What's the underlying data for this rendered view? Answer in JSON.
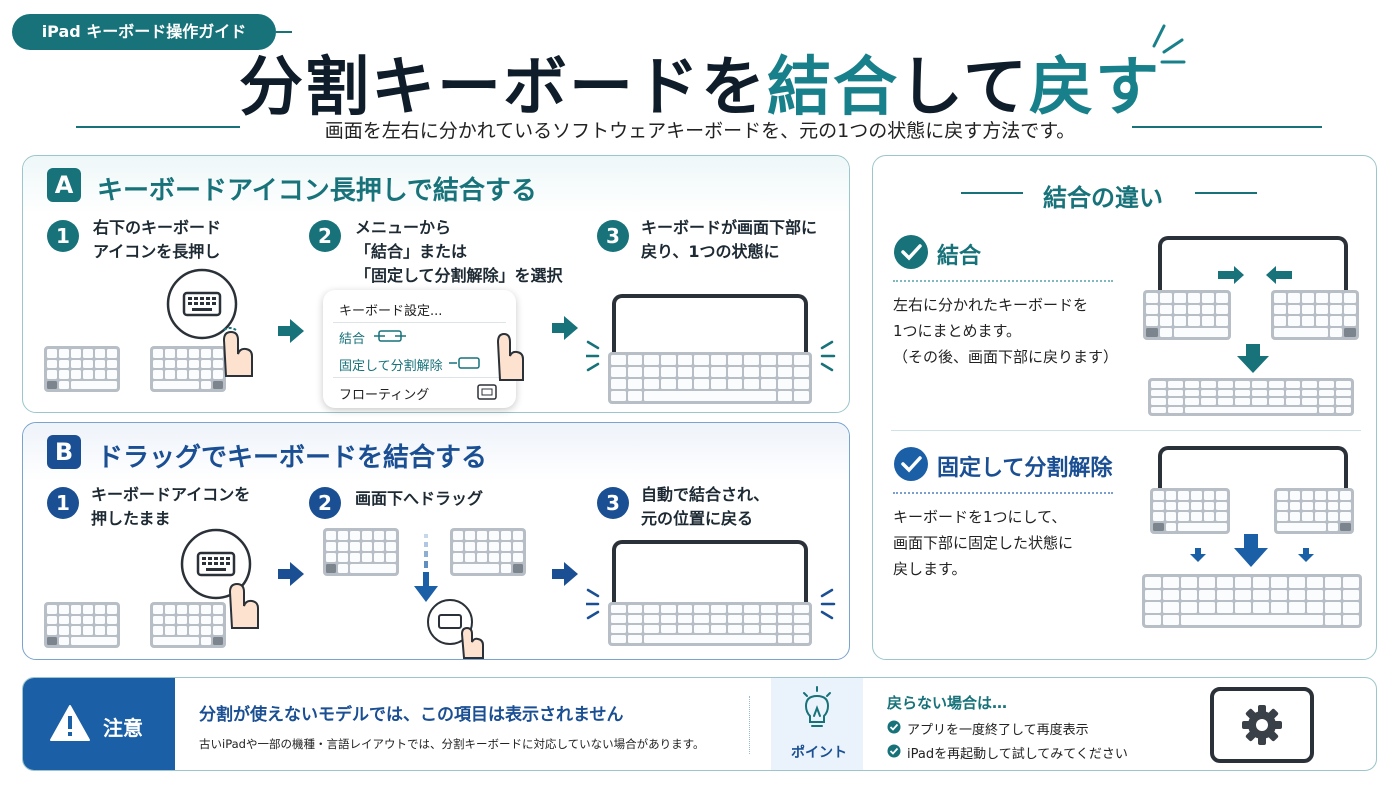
{
  "header": {
    "tag": "iPad キーボード操作ガイド",
    "title_part1": "分割キーボードを",
    "title_part2": "結合",
    "title_part3": "して",
    "title_part4": "戻す",
    "subtitle": "画面を左右に分かれているソフトウェアキーボードを、元の1つの状態に戻す方法です。"
  },
  "section_a": {
    "badge": "A",
    "title": "キーボードアイコン長押しで結合する",
    "steps": [
      {
        "num": "1",
        "text_line1": "右下のキーボード",
        "text_line2": "アイコンを長押し"
      },
      {
        "num": "2",
        "text_line1": "メニューから",
        "text_line2": "「結合」または",
        "text_line3": "「固定して分割解除」を選択"
      },
      {
        "num": "3",
        "text_line1": "キーボードが画面下部に",
        "text_line2": "戻り、1つの状態に"
      }
    ],
    "menu": {
      "items": [
        "キーボード設定...",
        "結合",
        "固定して分割解除",
        "フローティング"
      ]
    }
  },
  "section_b": {
    "badge": "B",
    "title": "ドラッグでキーボードを結合する",
    "steps": [
      {
        "num": "1",
        "text_line1": "キーボードアイコンを",
        "text_line2": "押したまま"
      },
      {
        "num": "2",
        "text_line1": "画面下へドラッグ"
      },
      {
        "num": "3",
        "text_line1": "自動で結合され、",
        "text_line2": "元の位置に戻る"
      }
    ]
  },
  "comparison": {
    "title": "結合の違い",
    "items": [
      {
        "heading": "結合",
        "line1": "左右に分かれたキーボードを",
        "line2": "1つにまとめます。",
        "line3": "（その後、画面下部に戻ります）"
      },
      {
        "heading": "固定して分割解除",
        "line1": "キーボードを1つにして、",
        "line2": "画面下部に固定した状態に",
        "line3": "戻します。"
      }
    ]
  },
  "notice": {
    "label": "注意",
    "main": "分割が使えないモデルでは、この項目は表示されません",
    "sub": "古いiPadや一部の機種・言語レイアウトでは、分割キーボードに対応していない場合があります。",
    "point_label": "ポイント",
    "tips_title": "戻らない場合は…",
    "tips": [
      "アプリを一度終了して再度表示",
      "iPadを再起動して試してみてください"
    ]
  },
  "icons": {
    "keyboard": "keyboard-icon",
    "hand": "hand-pointer-icon",
    "check": "check-circle-icon",
    "warning": "warning-triangle-icon",
    "bulb": "lightbulb-icon",
    "gear": "gear-icon"
  },
  "colors": {
    "teal": "#17727a",
    "navy": "#1b4f93",
    "caution": "#1b5fa6"
  }
}
